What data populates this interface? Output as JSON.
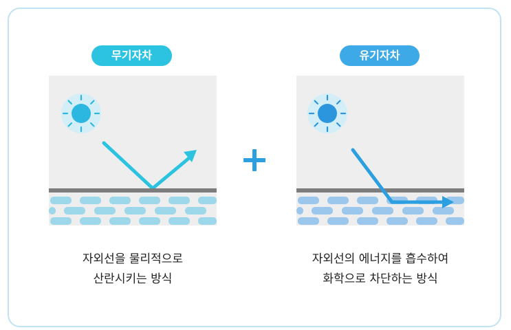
{
  "colors": {
    "card_border": "#bfe3f3",
    "panel_bg": "#eeeeee",
    "divider": "#7d7d7d",
    "inorganic_pill": "#2bc3df",
    "organic_pill": "#3da9e6",
    "inorganic_arrow": "#2bc3df",
    "organic_arrow": "#2b9fe0",
    "sun_inner_left": "#2bb7df",
    "sun_inner_right": "#2b95dd",
    "sun_halo": "#d4eef8",
    "cell_left": "#9dd7ea",
    "cell_right": "#9cc7ec",
    "plus": "#2b9fe0"
  },
  "left": {
    "label": "무기자차",
    "caption_line1": "자외선을 물리적으로",
    "caption_line2": "산란시키는 방식"
  },
  "right": {
    "label": "유기자차",
    "caption_line1": "자외선의 에너지를 흡수하여",
    "caption_line2": "화학으로 차단하는 방식"
  },
  "icons": {
    "sun": "sun-icon",
    "plus": "plus-icon",
    "reflect_arrow": "reflect-arrow-icon",
    "absorb_arrow": "absorb-arrow-icon"
  }
}
